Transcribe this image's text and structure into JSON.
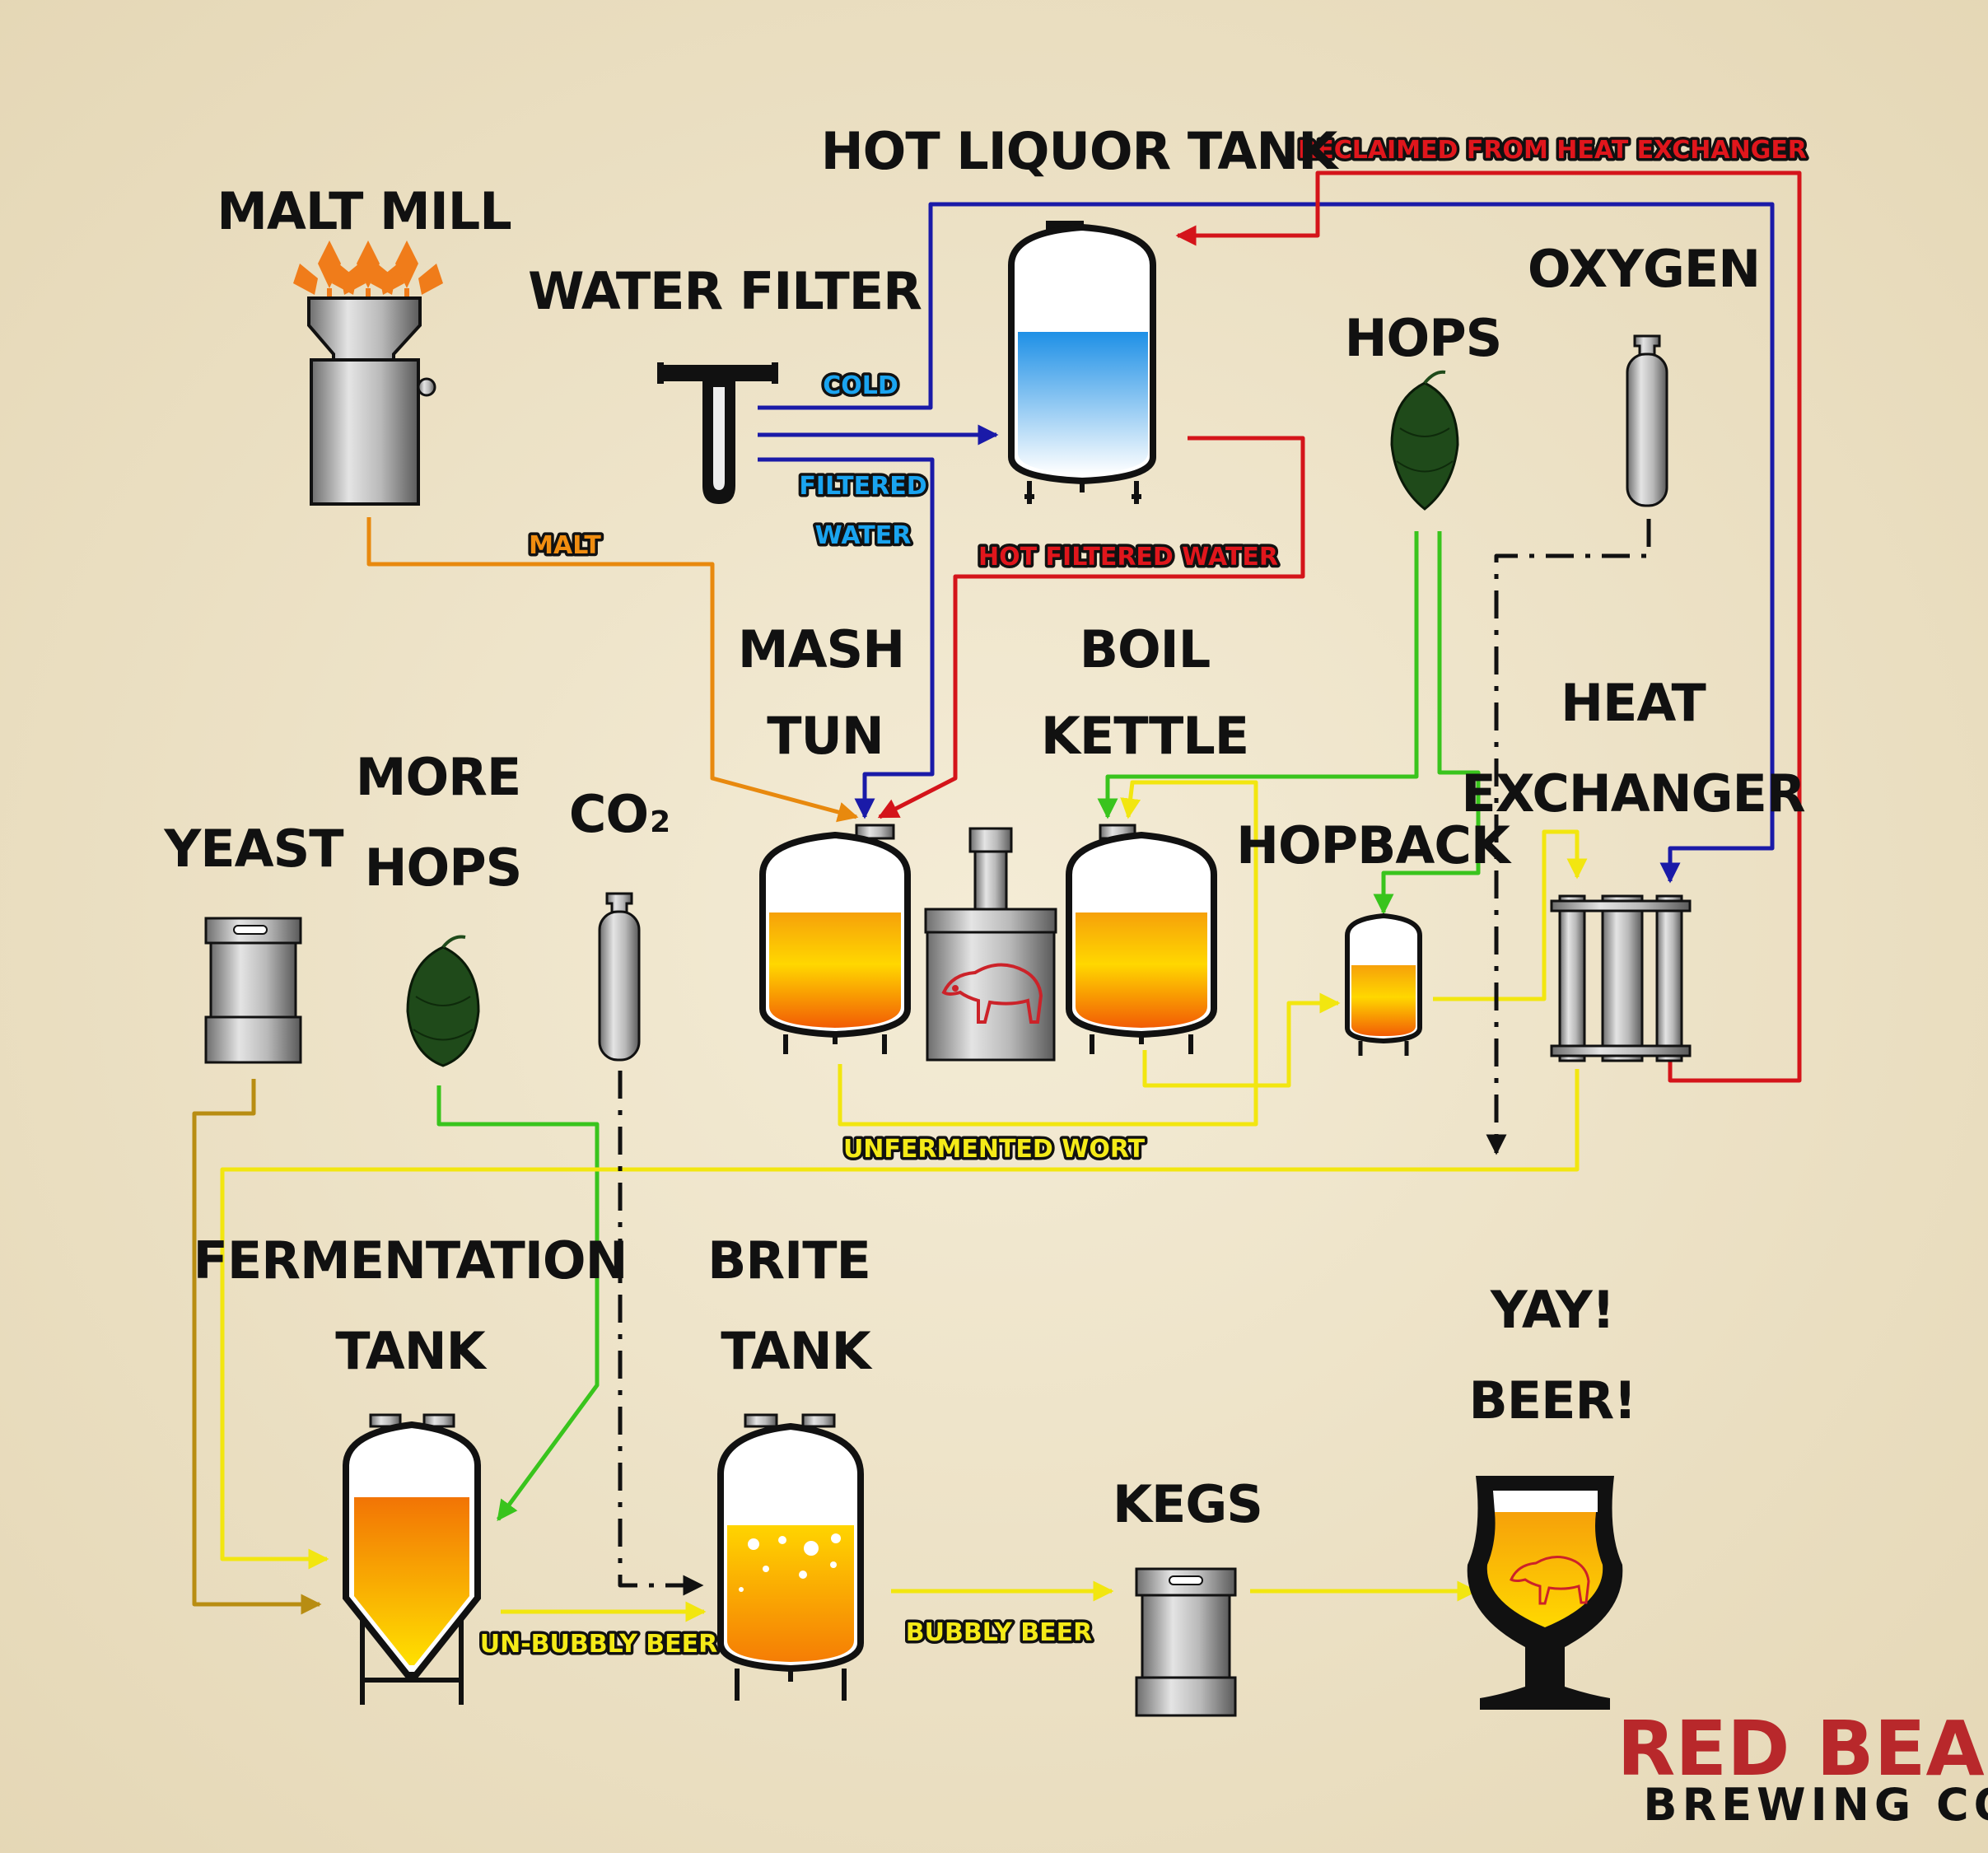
{
  "colors": {
    "water": "#1a1aa8",
    "hot": "#d4141a",
    "malt": "#e8890e",
    "hops": "#39c41d",
    "wort": "#f2e610",
    "yeast": "#b88d12",
    "gas": "#111111",
    "logo_red": "#b8282b"
  },
  "labels": {
    "malt_mill": "MALT MILL",
    "water_filter": "WATER FILTER",
    "hot_liquor_tank": "HOT LIQUOR TANK",
    "hops": "HOPS",
    "oxygen": "OXYGEN",
    "mash_tun_1": "MASH",
    "mash_tun_2": "TUN",
    "boil_kettle_1": "BOIL",
    "boil_kettle_2": "KETTLE",
    "heat_exchanger_1": "HEAT",
    "heat_exchanger_2": "EXCHANGER",
    "hopback": "HOPBACK",
    "yeast": "YEAST",
    "more_hops_1": "MORE",
    "more_hops_2": "HOPS",
    "co2_main": "CO",
    "co2_sub": "2",
    "fermentation_tank_1": "FERMENTATION",
    "fermentation_tank_2": "TANK",
    "brite_tank_1": "BRITE",
    "brite_tank_2": "TANK",
    "kegs": "KEGS",
    "yay_1": "YAY!",
    "yay_2": "BEER!"
  },
  "flows": {
    "reclaimed": "RECLAIMED FROM HEAT EXCHANGER",
    "cold": "COLD",
    "filtered_1": "FILTERED",
    "filtered_2": "WATER",
    "malt": "MALT",
    "hot_filtered_water": "HOT FILTERED WATER",
    "unfermented_wort": "UNFERMENTED WORT",
    "un_bubbly_beer": "UN-BUBBLY BEER",
    "bubbly_beer": "BUBBLY BEER"
  },
  "logo": {
    "line1": "RED BEAR",
    "line2": "BREWING CO"
  }
}
